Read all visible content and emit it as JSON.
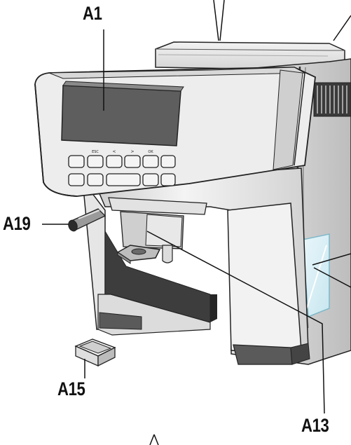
{
  "callouts": {
    "a1": "A1",
    "a19": "A19",
    "a15": "A15",
    "a13": "A13"
  },
  "panel": {
    "button_symbols": [
      "ESC",
      "<",
      ">",
      "OK"
    ]
  },
  "colors": {
    "outline": "#222222",
    "body_light": "#ededed",
    "body_mid": "#d6d6d6",
    "body_shade": "#9e9e9e",
    "dark_base": "#5a5a5a",
    "display": "#5e5e5e",
    "window_tint": "#d7eef5"
  }
}
